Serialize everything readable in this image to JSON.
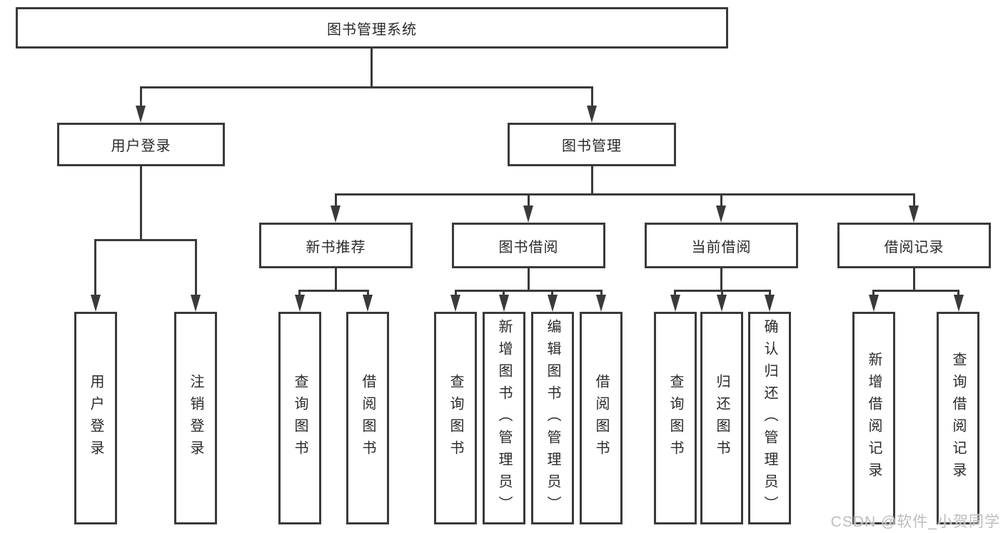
{
  "diagram_type": "hierarchy-tree",
  "colors": {
    "line": "#3a3a3a",
    "text": "#2a2a2a",
    "background": "#ffffff",
    "watermark_text_color": "#bdbdbd"
  },
  "nodes": {
    "root": "图书管理系统",
    "user_login": "用户登录",
    "book_management": "图书管理",
    "new_book_recommend": "新书推荐",
    "book_borrowing": "图书借阅",
    "current_borrowing": "当前借阅",
    "borrowing_records": "借阅记录",
    "leaf_user_login": "用户登录",
    "leaf_logout": "注销登录",
    "nbr_query_books": "查询图书",
    "nbr_borrow_books": "借阅图书",
    "bb_query_books": "查询图书",
    "bb_add_books_admin": "新增图书（管理员）",
    "bb_edit_books_admin": "编辑图书（管理员）",
    "bb_borrow_books": "借阅图书",
    "cb_query_books": "查询图书",
    "cb_return_books": "归还图书",
    "cb_confirm_return_admin": "确认归还（管理员）",
    "br_add_record": "新增借阅记录",
    "br_query_record": "查询借阅记录"
  },
  "hierarchy": {
    "图书管理系统": [
      "用户登录",
      "图书管理"
    ],
    "用户登录": [
      "用户登录",
      "注销登录"
    ],
    "图书管理": [
      "新书推荐",
      "图书借阅",
      "当前借阅",
      "借阅记录"
    ],
    "新书推荐": [
      "查询图书",
      "借阅图书"
    ],
    "图书借阅": [
      "查询图书",
      "新增图书（管理员）",
      "编辑图书（管理员）",
      "借阅图书"
    ],
    "当前借阅": [
      "查询图书",
      "归还图书",
      "确认归还（管理员）"
    ],
    "借阅记录": [
      "新增借阅记录",
      "查询借阅记录"
    ]
  },
  "watermark": {
    "text": "CSDN @软件_小贺同学"
  }
}
